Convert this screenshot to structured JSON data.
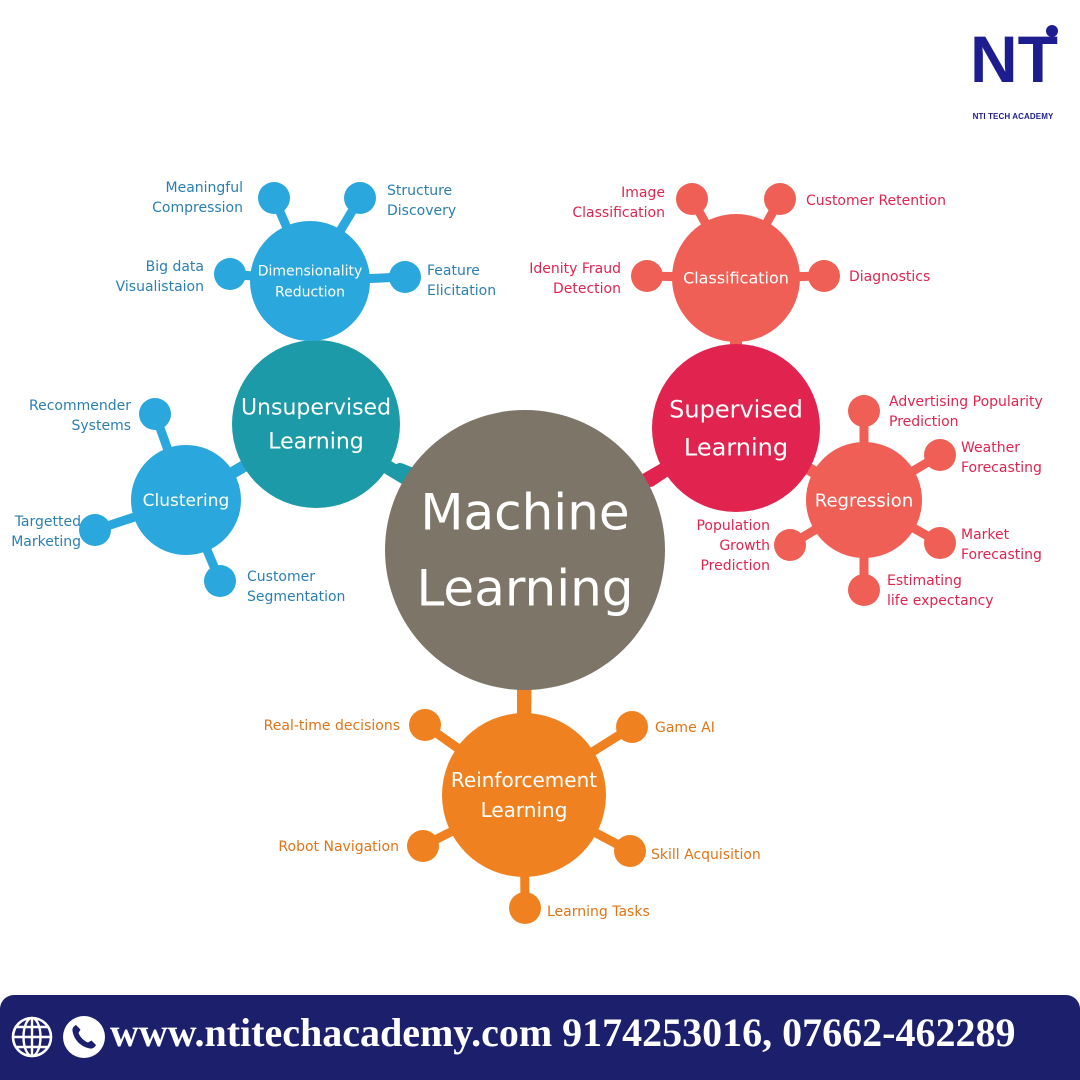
{
  "brand": {
    "logo_letters": "NT",
    "name": "NTI TECH ACADEMY"
  },
  "center": {
    "lines": [
      "Machine",
      "Learning"
    ],
    "color": "#7d7568"
  },
  "groups": [
    {
      "id": "unsupervised",
      "lines": [
        "Unsupervised",
        "Learning"
      ],
      "color": "#1c9aa8",
      "subgroups": [
        {
          "id": "dimensionality",
          "lines": [
            "Dimensionality",
            "Reduction"
          ],
          "color": "#2aa7dc",
          "leaves": [
            {
              "lines": [
                "Meaningful",
                "Compression"
              ]
            },
            {
              "lines": [
                "Structure",
                "Discovery"
              ]
            },
            {
              "lines": [
                "Big data",
                "Visualistaion"
              ]
            },
            {
              "lines": [
                "Feature",
                "Elicitation"
              ]
            }
          ]
        },
        {
          "id": "clustering",
          "lines": [
            "Clustering"
          ],
          "color": "#2aa7dc",
          "leaves": [
            {
              "lines": [
                "Recommender",
                "Systems"
              ]
            },
            {
              "lines": [
                "Targetted",
                "Marketing"
              ]
            },
            {
              "lines": [
                "Customer",
                "Segmentation"
              ]
            }
          ]
        }
      ]
    },
    {
      "id": "supervised",
      "lines": [
        "Supervised",
        "Learning"
      ],
      "color": "#e0244f",
      "subgroups": [
        {
          "id": "classification",
          "lines": [
            "Classification"
          ],
          "color": "#f05f55",
          "leaves": [
            {
              "lines": [
                "Image",
                "Classification"
              ]
            },
            {
              "lines": [
                "Customer Retention"
              ]
            },
            {
              "lines": [
                "Idenity Fraud",
                "Detection"
              ]
            },
            {
              "lines": [
                "Diagnostics"
              ]
            }
          ]
        },
        {
          "id": "regression",
          "lines": [
            "Regression"
          ],
          "color": "#f05f55",
          "leaves": [
            {
              "lines": [
                "Advertising Popularity",
                "Prediction"
              ]
            },
            {
              "lines": [
                "Weather",
                "Forecasting"
              ]
            },
            {
              "lines": [
                "Population",
                "Growth",
                "Prediction"
              ]
            },
            {
              "lines": [
                "Market",
                "Forecasting"
              ]
            },
            {
              "lines": [
                "Estimating",
                "life expectancy"
              ]
            }
          ]
        }
      ]
    },
    {
      "id": "reinforcement",
      "lines": [
        "Reinforcement",
        "Learning"
      ],
      "color": "#f08120",
      "subgroups": [
        {
          "id": "reinforcement-direct",
          "lines": [],
          "color": "#f08120",
          "leaves": [
            {
              "lines": [
                "Real-time decisions"
              ]
            },
            {
              "lines": [
                "Game AI"
              ]
            },
            {
              "lines": [
                "Robot Navigation"
              ]
            },
            {
              "lines": [
                "Skill Acquisition"
              ]
            },
            {
              "lines": [
                "Learning Tasks"
              ]
            }
          ]
        }
      ]
    }
  ],
  "leaf_text_colors": {
    "unsupervised": "#2b7fb0",
    "supervised": "#e0244f",
    "reinforcement": "#e07418"
  },
  "footer": {
    "contact": "www.ntitechacademy.com 9174253016, 07662-462289",
    "background": "#1c1f6b",
    "icons": [
      "globe-icon",
      "phone-icon"
    ]
  }
}
